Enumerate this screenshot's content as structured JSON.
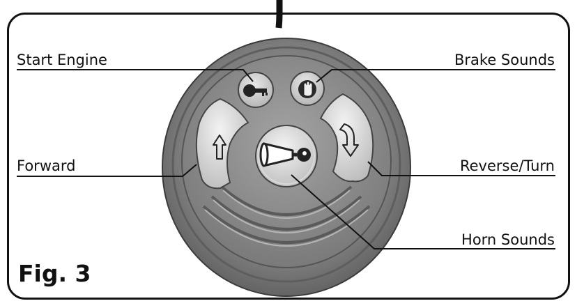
{
  "figure": {
    "caption": "Fig. 3"
  },
  "labels": {
    "start_engine": "Start Engine",
    "brake_sounds": "Brake Sounds",
    "forward": "Forward",
    "reverse_turn": "Reverse/Turn",
    "horn_sounds": "Horn Sounds"
  }
}
